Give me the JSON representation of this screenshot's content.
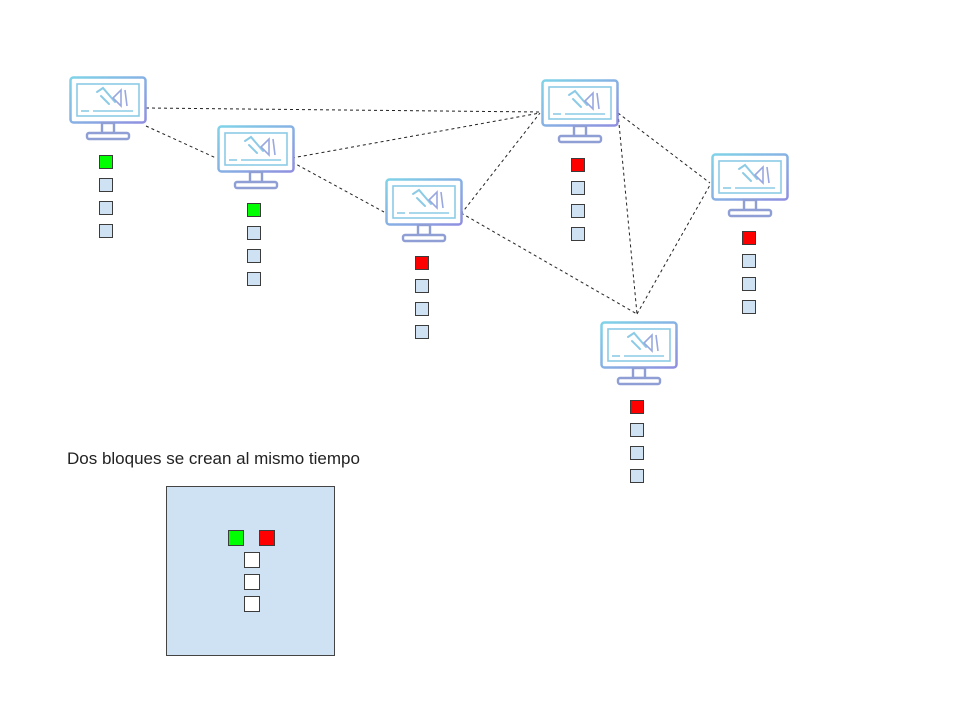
{
  "caption": "Dos bloques se crean al mismo tiempo",
  "colors": {
    "valid_block": "#00ff00",
    "conflict_block": "#ff0000",
    "empty_block": "#cfe2f3",
    "panel_fill": "#cfe2f3",
    "link": "#222222",
    "monitor_outline": "#7ab8e0",
    "monitor_base": "#8f9fd6"
  },
  "nodes": [
    {
      "id": "node-1",
      "tip_block": "valid"
    },
    {
      "id": "node-2",
      "tip_block": "valid"
    },
    {
      "id": "node-3",
      "tip_block": "conflict"
    },
    {
      "id": "node-4",
      "tip_block": "conflict"
    },
    {
      "id": "node-5",
      "tip_block": "conflict"
    },
    {
      "id": "node-6",
      "tip_block": "conflict"
    }
  ],
  "links": [
    [
      "node-1",
      "node-2"
    ],
    [
      "node-1",
      "node-4"
    ],
    [
      "node-2",
      "node-3"
    ],
    [
      "node-2",
      "node-4"
    ],
    [
      "node-3",
      "node-4"
    ],
    [
      "node-3",
      "node-5"
    ],
    [
      "node-4",
      "node-5"
    ],
    [
      "node-4",
      "node-6"
    ],
    [
      "node-5",
      "node-6"
    ]
  ],
  "fork_example": {
    "tip_blocks": [
      "valid",
      "conflict"
    ],
    "chain_length": 3
  }
}
